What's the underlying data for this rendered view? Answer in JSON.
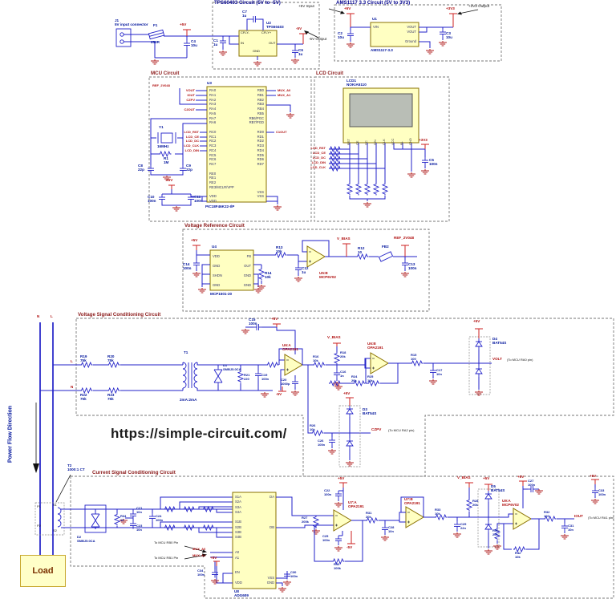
{
  "watermark": "https://simple-circuit.com/",
  "power_flow": "Power Flow Direction",
  "load_label": "Load",
  "pwr": {
    "p5": "+5V",
    "m5": "-5V",
    "p33": "+3V3"
  },
  "nets": {
    "vbias": "V_BIAS",
    "ref": "REF_2V048",
    "volt": "VOLT",
    "iout": "IOUT",
    "vout": "VOUT",
    "czpv": "CZPV",
    "c2out": "C2OUT",
    "c1out": "C1OUT",
    "muxa0": "MUX_A0",
    "muxa1": "MUX_A1",
    "lcdrst": "LCD_RST",
    "lcdce": "LCD_CE",
    "lcddc": "LCD_DC",
    "lcddin": "LCD_DIN",
    "lcdclk": "LCD_CLK",
    "lineL": "L",
    "lineN": "N"
  },
  "input": {
    "j1": "J1",
    "j1_desc": "5V input connector",
    "f1": "F1",
    "f1_value": "250R",
    "c4": "C4\n10u"
  },
  "tps": {
    "title": "TPS60403 Circuit (5V to -5V)",
    "u2": "U2\nTPS60403",
    "c7": "C7\n1u",
    "c1": "C1\n1u",
    "c6": "C6\n1u",
    "pin_cflym": "CFLY-",
    "pin_cflyp": "CFLY+",
    "pin_in": "IN",
    "pin_out": "OUT",
    "pin_gnd": "GND",
    "out_note": "-5V Output"
  },
  "ams": {
    "title": "AMS1117 3.3 Circuit (5V to 3V3)",
    "u1": "U1",
    "part": "AMS1117-3.3",
    "pin_vin": "VIN",
    "pins_right": "VOUT\nVOUT\n\nGround",
    "c2": "C2\n10u",
    "c3": "C3\n10u",
    "in_note": "+5V Input",
    "out_note": "+3V3 Output"
  },
  "mcu": {
    "title": "MCU Circuit",
    "u3": "U3",
    "part": "PIC18F46K22-I/P",
    "pins_left": "RA0\nRA1\nRA2\nRA3\nRA4\nRA5\nRA7\nRA6\n\nRC0\nRC1\nRC2\nRC3\nRC4\nRC5\nRC6\nRC7\n\nRE0\nRE1\nRE2\nRE3/MCLR/VPP\n\nVDD\nVDD",
    "pins_right": "RB0\nRB1\nRB2\nRB3\nRB4\nRB5\nRB6/PGC\nRB7/PGD\n\nRD0\nRD1\nRD2\nRD3\nRD4\nRD5\nRD6\nRD7\n\n\n\n\n\nVSS\nVSS",
    "y1": "Y1",
    "y1_value": "16MHz",
    "r1": "R1\n1M",
    "c8": "C8\n22p",
    "c9": "C9\n22p",
    "c10": "C10\n100n",
    "c11": "C11\n100n"
  },
  "lcd": {
    "title": "LCD Circuit",
    "lcd1": "LCD1",
    "part": "NOKIA5110",
    "pins": [
      "RST",
      "CE",
      "DC",
      "DIN",
      "CLK",
      "VCC",
      "BL",
      "GND"
    ],
    "c5": "C5\n100n"
  },
  "vref": {
    "title": "Voltage Reference Circuit",
    "u4": "U4",
    "part": "MCP1501-20",
    "pins_left": "VDD\nGND\nSHDN\nGND",
    "pins_right": "FB\nOUT\nGND\nGND",
    "c14": "C14\n100n",
    "r14": "R14\n10k",
    "r13": "R13\n10k",
    "c12": "C12\n1u",
    "u5": "U5:B\nMCP6V02",
    "r12": "R12\n10",
    "fb2": "FB2",
    "c13": "C13\n100n"
  },
  "vsig": {
    "title": "Voltage Signal Conditioning Circuit",
    "r19": "R19\n75k",
    "r20": "R20\n75k",
    "r22": "R22\n75k",
    "r23": "R23\n75k",
    "t1": "T1",
    "t1_ratio": "2mA:2mA",
    "d1": "D1\nSMBJ5.0CA",
    "r21": "R21\n220",
    "c19": "C19\n100n",
    "c15": "C15\n100n",
    "u6a": "U6:A\nOPA2191",
    "c20": "C20\n1000p",
    "r16": "R16\n10k",
    "r18": "R18\n20k",
    "c16": "C16\n1n",
    "u6b": "U6:B\nOPA2191",
    "r24": "R24\n20k",
    "r25": "R25\n10k",
    "r15": "R15\n100",
    "c17": "C17\n10n",
    "d4": "D4\nBAT54S",
    "volt_note": "(To MCU RA0 pin)"
  },
  "czp": {
    "r26": "R26\n10k",
    "c26": "C26\n100n",
    "d3": "D3\nBAT54S",
    "note": "(To MCU RA2 pin)"
  },
  "csig": {
    "title": "Current Signal Conditioning Circuit",
    "t2": "T2\n1000:1 CT",
    "p1": "P1",
    "p2": "P2",
    "s1": "S1",
    "s2": "S2",
    "d2": "D2\nSMBJ5.0CA",
    "r34": "R34\n10",
    "c21": "C21\n10n",
    "c23": "C23\n10n",
    "c24": "C24\n100n",
    "u8": "U8\nADG609",
    "mux_left": "S1A\nS2A\nS3A\nS4A\n\nS1B\nS2B\nS3B\nS4B\n\n\nA0\nA1\n\n\nEN\n\nVDD",
    "mux_right": "DA\n\n\n\n\n\nDB\n\n\n\n\n\n\n\n\n\nVSS\nGND",
    "rb0_note": "To MCU RB0 Pin",
    "rb1_note": "To MCU RB1 Pin",
    "c34": "C34\n100n",
    "c30": "C30\n100n",
    "r27": "R27\n200k",
    "c22": "C22\n100n",
    "c25": "C25\n100n",
    "u7a": "U7:A\nOPA2191",
    "r40": "R40\n100k",
    "r31": "R31\n20k",
    "c28": "C28\n10n",
    "u7b": "U7:B\nOPA2191",
    "r33": "R33\n10k",
    "c29": "C29\n22n",
    "r28": "R28\n20k",
    "d5": "D5\nBAT54S",
    "u9a": "U9:A\nMCP6V02",
    "c27": "C27\n100n",
    "r30": "R30\n20k",
    "r42": "R42\n10k",
    "r32": "R32\n100",
    "c31": "C31\n10n",
    "c33": "C33\n100n",
    "iout_note": "(To MCU RA1 pin)"
  }
}
